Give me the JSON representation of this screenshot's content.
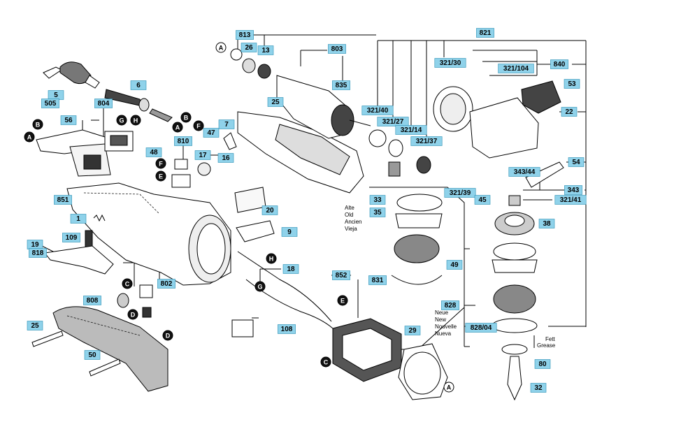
{
  "part_labels": [
    "813",
    "26",
    "13",
    "803",
    "835",
    "821",
    "840",
    "321/104",
    "321/30",
    "53",
    "22",
    "25",
    "321/40",
    "321/27",
    "321/14",
    "321/37",
    "7",
    "47",
    "48",
    "810",
    "17",
    "16",
    "343/44",
    "54",
    "343",
    "321/39",
    "45",
    "321/41",
    "33",
    "35",
    "49",
    "831",
    "38",
    "6",
    "5",
    "505",
    "804",
    "56",
    "851",
    "1",
    "20",
    "9",
    "109",
    "19",
    "818",
    "18",
    "852",
    "802",
    "808",
    "25",
    "50",
    "29",
    "80",
    "828",
    "828/04",
    "32",
    "108"
  ],
  "ref_letters": [
    "A",
    "B",
    "C",
    "D",
    "E",
    "F",
    "G",
    "H"
  ],
  "notes": {
    "old_variant": [
      "Alte",
      "Old",
      "Ancien",
      "Vieja"
    ],
    "new_variant": [
      "Neue",
      "New",
      "Nouvelle",
      "Nueva"
    ],
    "grease": [
      "Fett",
      "Grease"
    ]
  },
  "colors": {
    "label_fill": "#8fd2ea",
    "label_stroke": "#2b8fb3",
    "line": "#000000"
  }
}
